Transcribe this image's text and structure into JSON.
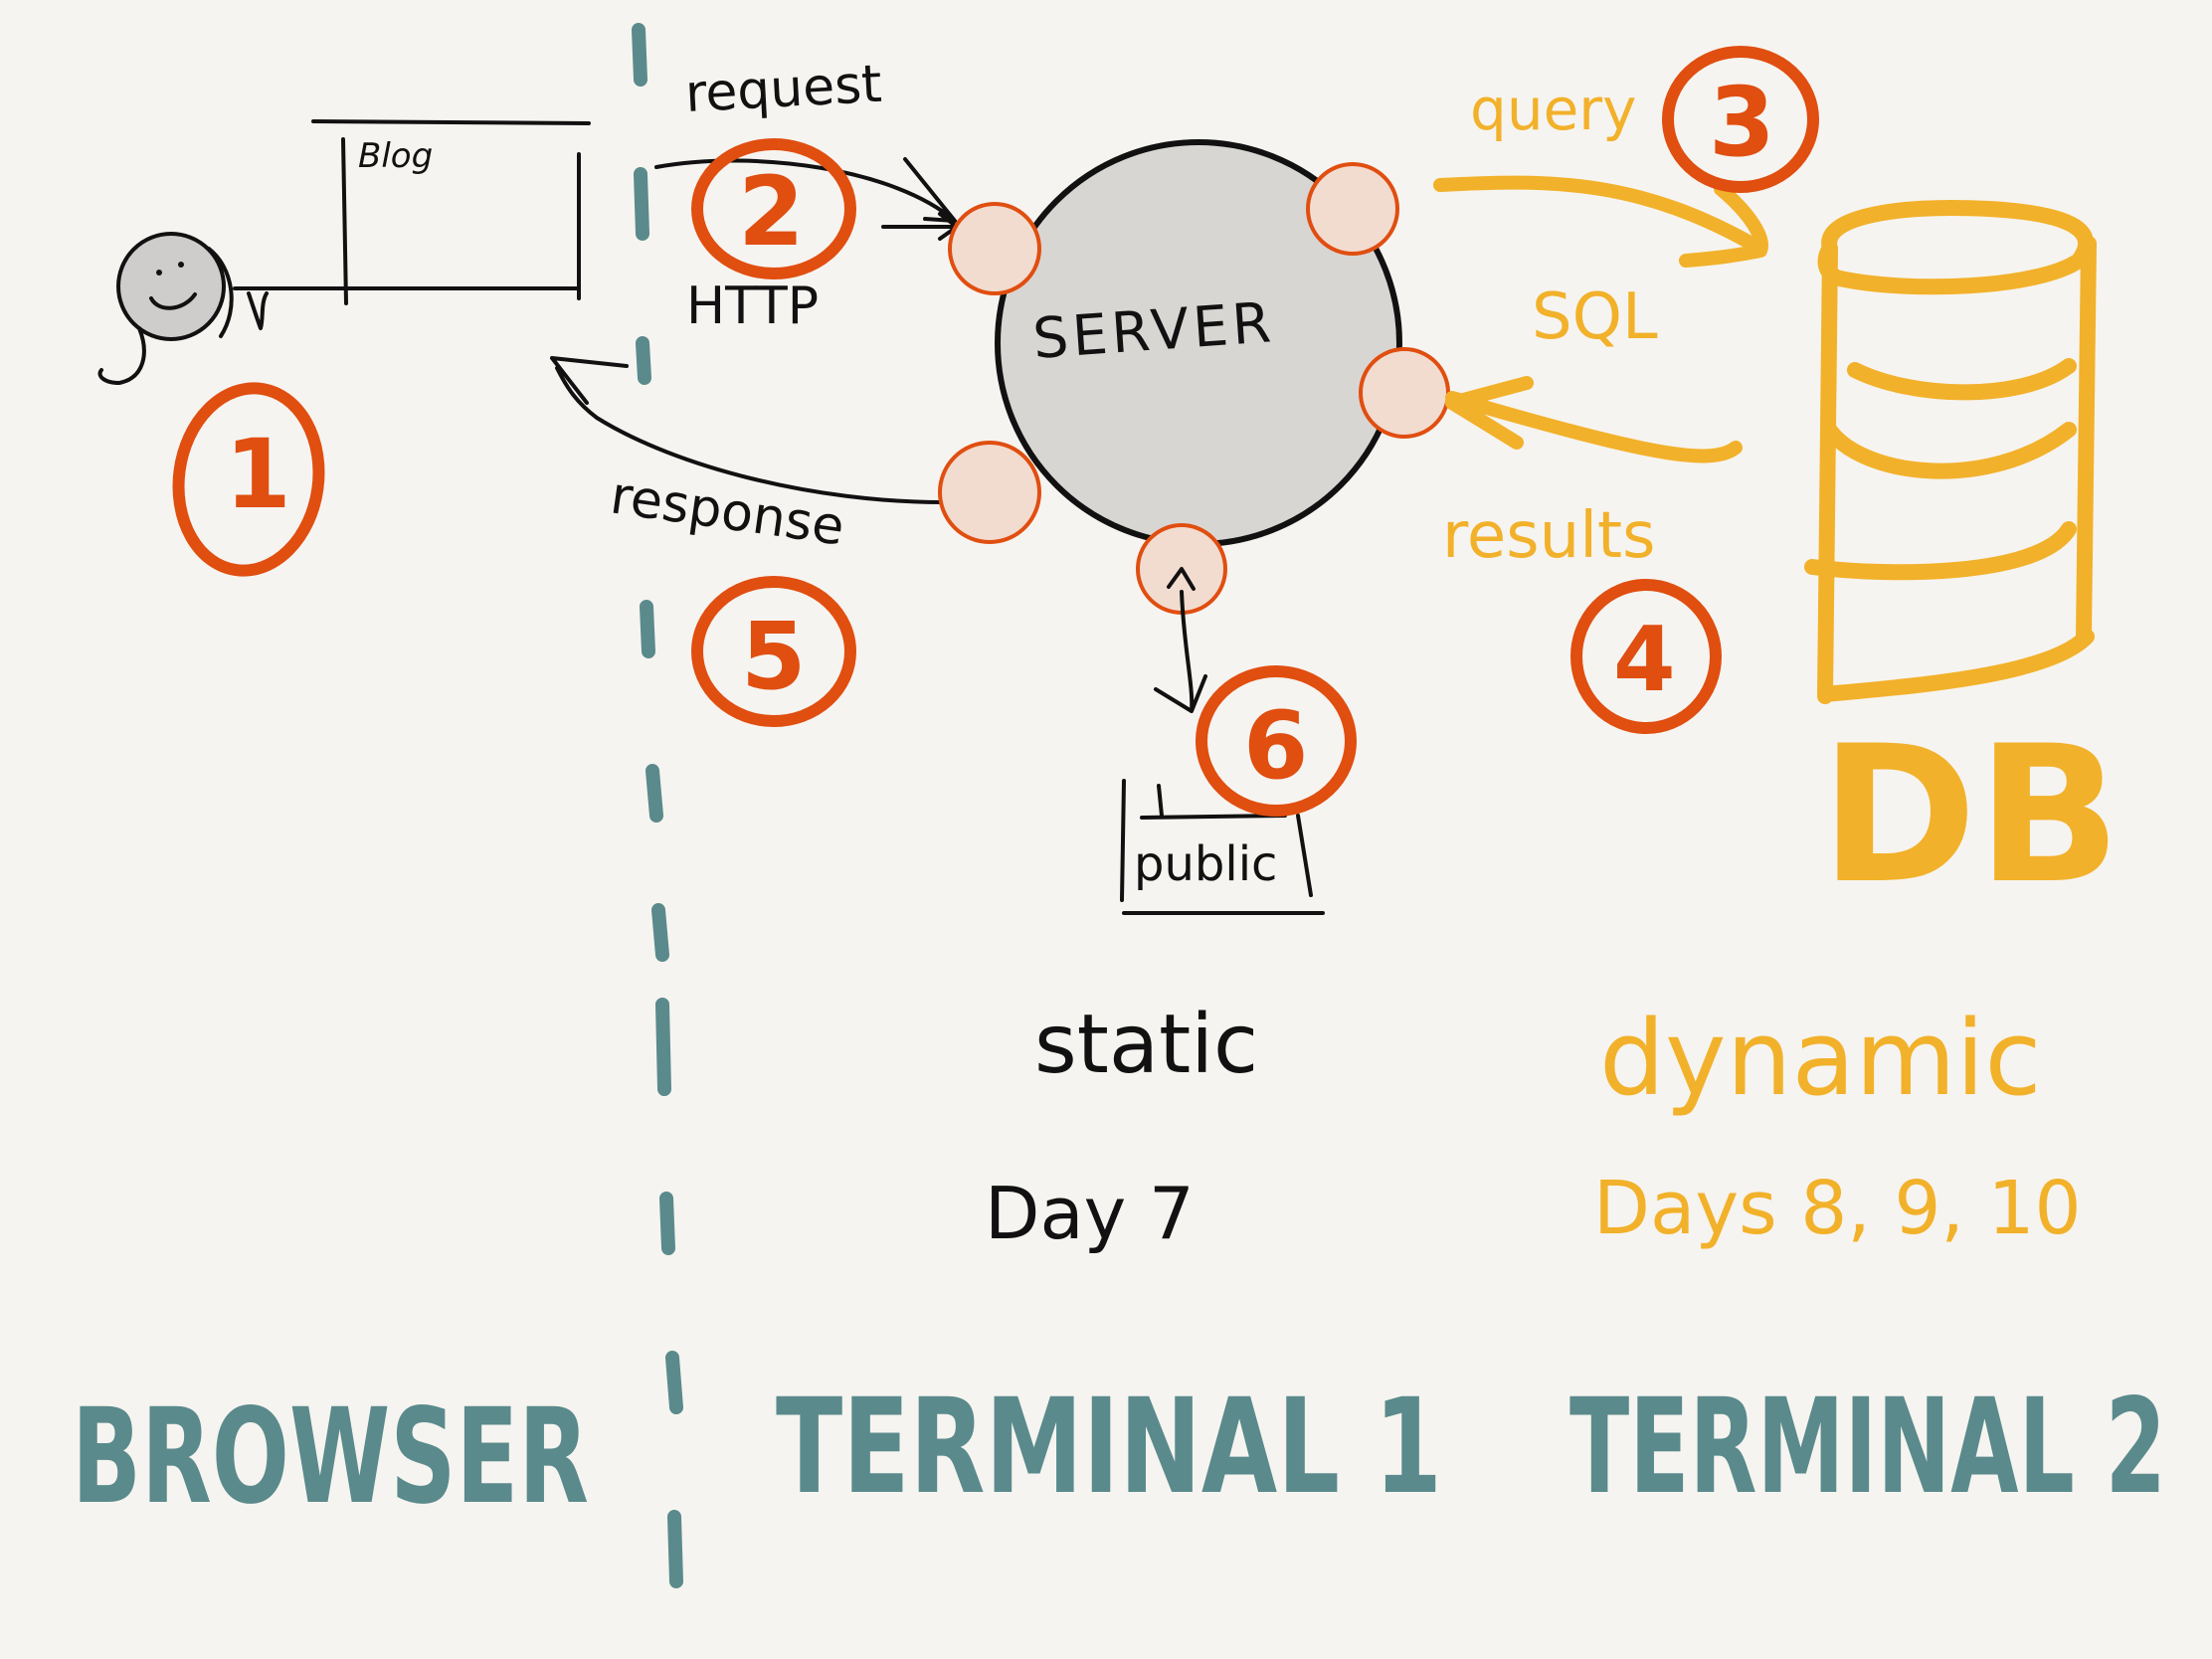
{
  "labels": {
    "blog": "Blog",
    "request": "request",
    "http": "HTTP",
    "response": "response",
    "server": "SERVER",
    "query": "query",
    "sql": "SQL",
    "results": "results",
    "db": "DB",
    "public": "public",
    "static": "static",
    "day7": "Day 7",
    "dynamic": "dynamic",
    "days": "Days 8, 9, 10",
    "browser": "BROWSER",
    "terminal1": "TERMINAL 1",
    "terminal2": "TERMINAL 2"
  },
  "steps": [
    "1",
    "2",
    "3",
    "4",
    "5",
    "6"
  ],
  "colors": {
    "background": "#f6f4f0",
    "ink": "#111111",
    "step_marker": "#e04e10",
    "database": "#f2b12a",
    "section_label": "#5a8a8c",
    "server_fill": "#d8d6d3",
    "port_fill": "#f2dcd0"
  }
}
